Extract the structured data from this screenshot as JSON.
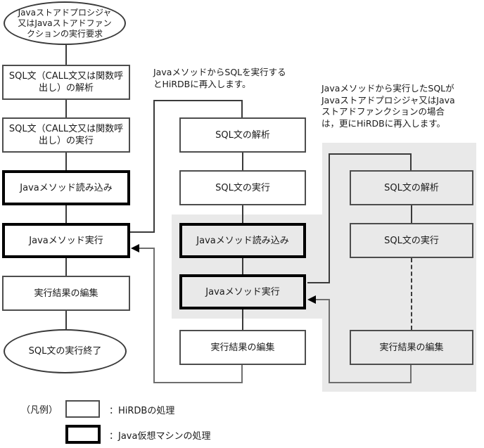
{
  "left": {
    "start": [
      "Javaストアドプロシジャ",
      "又はJavaストアドファン",
      "クションの実行要求"
    ],
    "parse": "SQL文（CALL文又は関数呼出し）の解析",
    "exec": "SQL文（CALL文又は関数呼出し）の実行",
    "load": "Javaメソッド読み込み",
    "run": "Javaメソッド実行",
    "edit": "実行結果の編集",
    "end": "SQL文の実行終了"
  },
  "middle": {
    "caption": [
      "JavaメソッドからSQLを実行する",
      "とHiRDBに再入します。"
    ],
    "parse": "SQL文の解析",
    "exec": "SQL文の実行",
    "load": "Javaメソッド読み込み",
    "run": "Javaメソッド実行",
    "edit": "実行結果の編集"
  },
  "right": {
    "caption": [
      "Javaメソッドから実行したSQLが",
      "Javaストアドプロシジャ又はJava",
      "ストアドファンクションの場合",
      "は，更にHiRDBに再入します。"
    ],
    "parse": "SQL文の解析",
    "exec": "SQL文の実行",
    "edit": "実行結果の編集"
  },
  "legend": {
    "title": "（凡例）",
    "hirdb": "：HiRDBの処理",
    "jvm": "：Java仮想マシンの処理"
  },
  "colors": {
    "gray_region": "#e9e9e9",
    "thin_border": "#4d4d4d",
    "thick_border": "#000000",
    "entry_line": "#3a3a3a",
    "return_line": "#6e6e6e"
  }
}
